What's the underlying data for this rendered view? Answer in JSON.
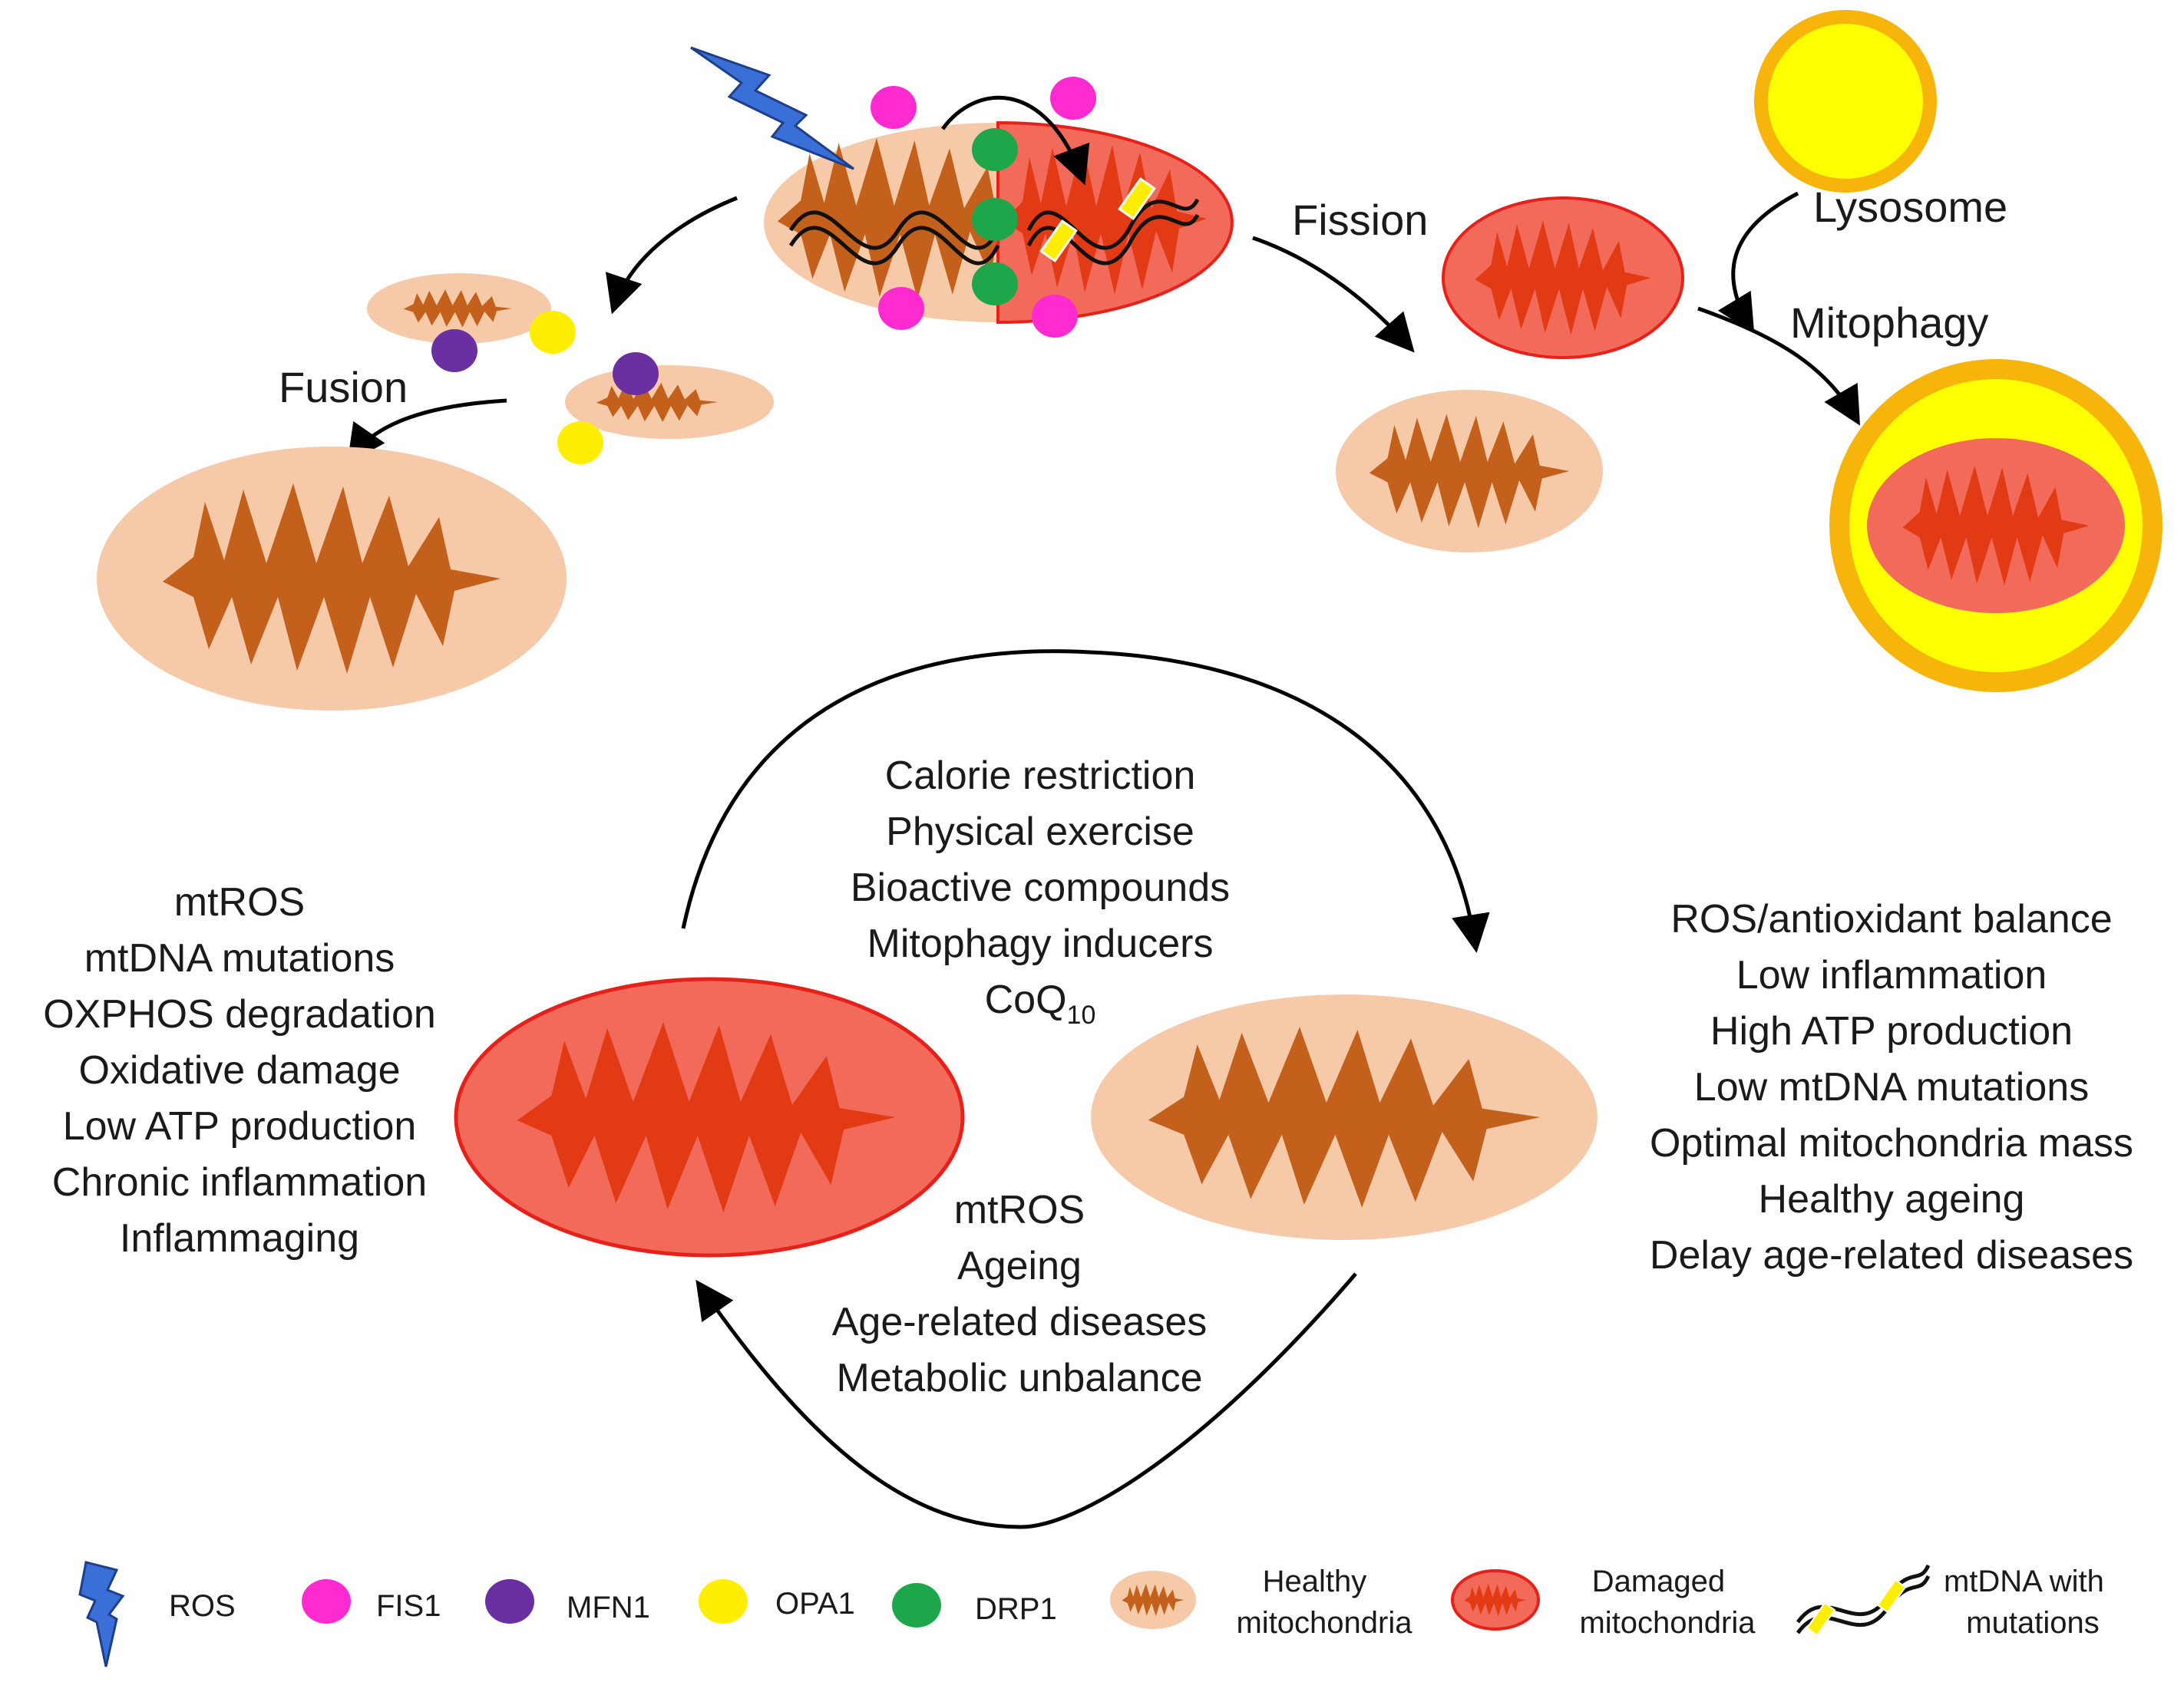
{
  "process_labels": {
    "fusion": "Fusion",
    "fission": "Fission",
    "lysosome": "Lysosome",
    "mitophagy": "Mitophagy"
  },
  "interventions": [
    "Calorie restriction",
    "Physical exercise",
    "Bioactive compounds",
    "Mitophagy inducers"
  ],
  "coq10": {
    "main": "CoQ",
    "sub": "10"
  },
  "stressors": [
    "mtROS",
    "Ageing",
    "Age-related diseases",
    "Metabolic unbalance"
  ],
  "damaged_effects": [
    "mtROS",
    "mtDNA mutations",
    "OXPHOS degradation",
    "Oxidative damage",
    "Low ATP production",
    "Chronic inflammation",
    "Inflammaging"
  ],
  "healthy_effects": [
    "ROS/antioxidant balance",
    "Low inflammation",
    "High ATP production",
    "Low mtDNA mutations",
    "Optimal mitochondria mass",
    "Healthy ageing",
    "Delay age-related diseases"
  ],
  "legend": {
    "ros": "ROS",
    "fis1": "FIS1",
    "mfn1": "MFN1",
    "opa1": "OPA1",
    "drp1": "DRP1",
    "healthy": [
      "Healthy",
      "mitochondria"
    ],
    "damaged": [
      "Damaged",
      "mitochondria"
    ],
    "mtdna": [
      "mtDNA with",
      "mutations"
    ]
  },
  "colors": {
    "healthy_outer": "#f6c9a8",
    "healthy_inner": "#c2601c",
    "damaged_outer": "#f26a5a",
    "damaged_inner": "#e23a14",
    "damaged_stroke": "#e8201a",
    "fis1": "#ff2bd0",
    "mfn1": "#6a2fa0",
    "opa1": "#ffee00",
    "drp1": "#1ea64a",
    "lysosome_fill": "#ffff00",
    "lysosome_ring": "#f7b50c",
    "ros": "#3a6fd8"
  }
}
